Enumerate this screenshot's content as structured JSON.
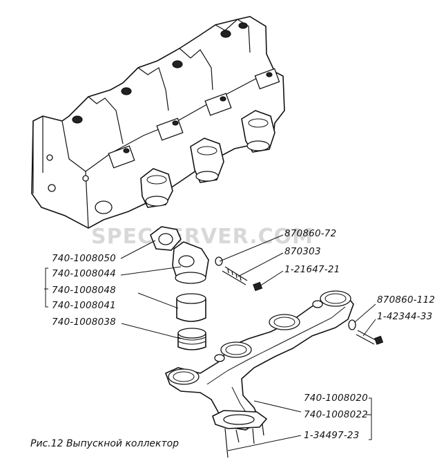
{
  "watermark": "SPECSERVER.COM",
  "caption": "Рис.12 Выпускной коллектор",
  "labels": {
    "l_870860_72": "870860-72",
    "l_870303": "870303",
    "l_1_21647_21": "1-21647-21",
    "l_740_1008050": "740-1008050",
    "l_740_1008044": "740-1008044",
    "l_740_1008048": "740-1008048",
    "l_740_1008041": "740-1008041",
    "l_740_1008038": "740-1008038",
    "l_870860_112": "870860-112",
    "l_1_42344_33": "1-42344-33",
    "l_740_1008020": "740-1008020",
    "l_740_1008022": "740-1008022",
    "l_1_34497_23": "1-34497-23"
  }
}
